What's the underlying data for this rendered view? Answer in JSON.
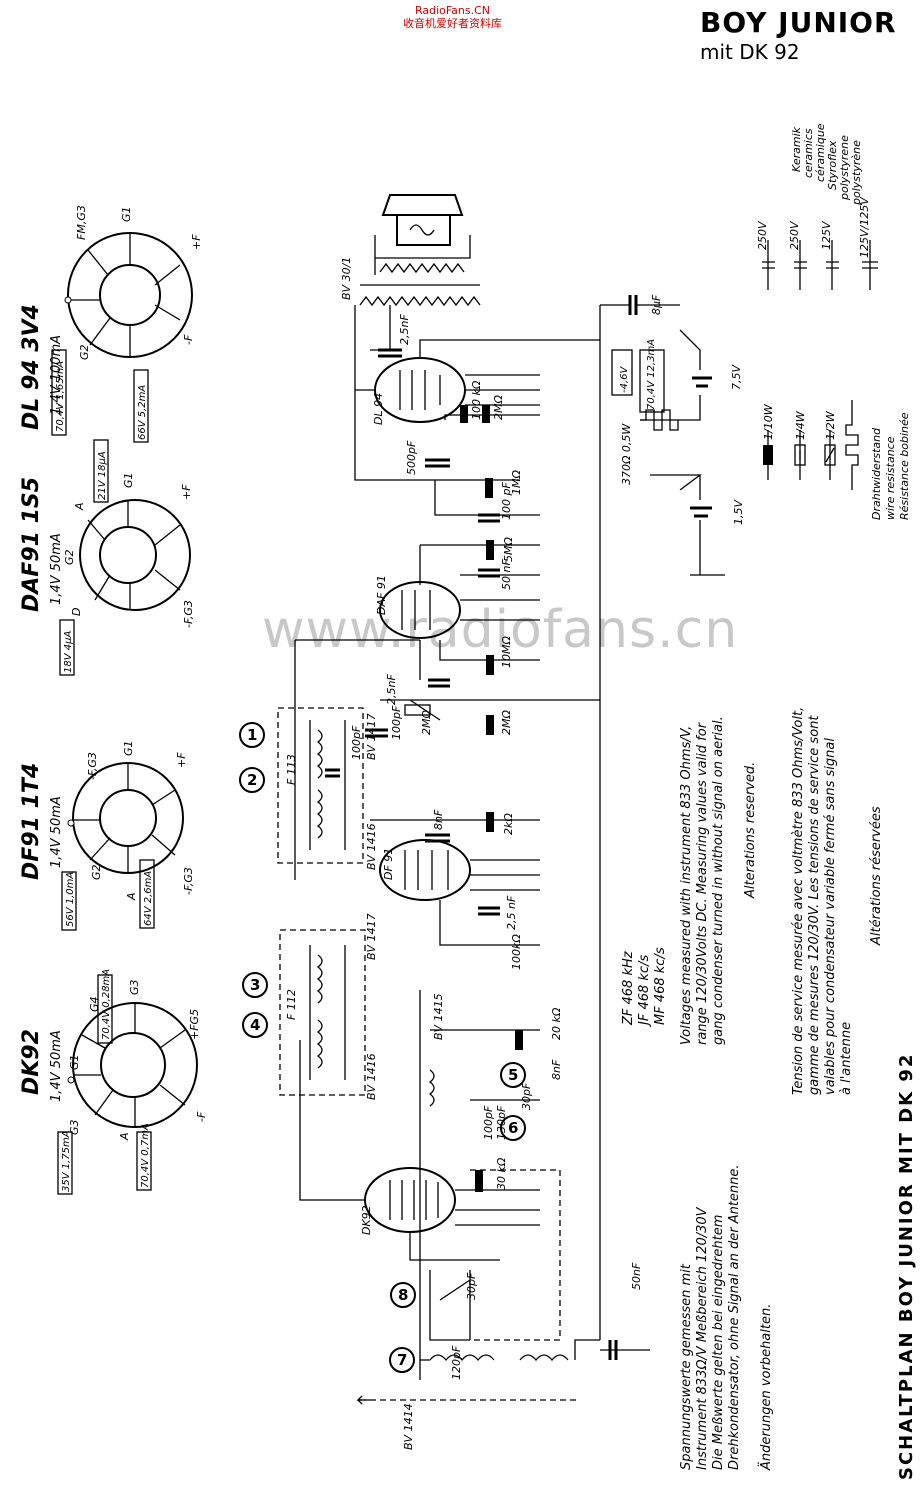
{
  "header": {
    "source_line1": "RadioFans.CN",
    "source_line2": "收音机爱好者资料库",
    "title": "BOY JUNIOR",
    "subtitle": "mit DK 92"
  },
  "watermark": "www.radiofans.cn",
  "tubes": [
    {
      "name": "DL 94   3V4",
      "spec": "1,4V 100mA",
      "pins": {
        "p1": "FM,G3",
        "p2": "G1",
        "p3": "G2",
        "p4": "+F",
        "p5": "-F"
      },
      "boxes": [
        "70,4V 1,65mA",
        "66V 5,2mA"
      ]
    },
    {
      "name": "DAF91   1S5",
      "spec": "1,4V 50mA",
      "pins": {
        "p1": "A",
        "p2": "G1",
        "p3": "G2",
        "p4": "D",
        "p5": "+F",
        "p6": "-F,G3"
      },
      "boxes": [
        "21V 18μA",
        "18V 4μA"
      ]
    },
    {
      "name": "DF91   1T4",
      "spec": "1,4V 50mA",
      "pins": {
        "p1": "-F,G3",
        "p2": "G1",
        "p3": "G2",
        "p4": "A",
        "p5": "+F",
        "p6": "-F,G3"
      },
      "boxes": [
        "56V 1,0mA",
        "64V 2,6mA"
      ]
    },
    {
      "name": "DK92",
      "spec": "1,4V 50mA",
      "pins": {
        "p1": "G4",
        "p2": "G3",
        "p3": "G1",
        "p4": "G3",
        "p5": "A",
        "p6": "+FG5",
        "p7": "-F"
      },
      "boxes": [
        "70,4V 0,28mA",
        "35V 1,75mA",
        "70,4V 0,7mA"
      ]
    }
  ],
  "circuit": {
    "speaker_xfmr": "BV 30/1",
    "c_out": "2,5nF",
    "c_elko": "8μF",
    "tube_dl94": "DL 94",
    "r_g2": "100 kΩ",
    "r_grid": "2MΩ",
    "c_couple": "500pF",
    "r_1m": "1MΩ",
    "c_100p": "100 pF",
    "r_5m": "5MΩ",
    "c_50n_a": "50 nF",
    "tube_daf91": "DAF 91",
    "r_10m": "10MΩ",
    "c_25n": "2,5nF",
    "c_100pf": "100pF",
    "pot": "2MΩ",
    "r_2m": "2MΩ",
    "if1_bv": "BV 1417",
    "if1_label": "F 113",
    "if1_bv2": "BV 1416",
    "c_if": "100pF",
    "tube_df91": "DF 91",
    "c_8n_a": "8nF",
    "r_2k": "2kΩ",
    "c_25": "2,5 nF",
    "r_100k": "100kΩ",
    "if2_label": "F 112",
    "if2_bv": "BV 1417",
    "if2_bv2": "BV 1416",
    "osc_bv": "BV 1415",
    "r_20k": "20 kΩ",
    "c_8n_b": "8nF",
    "c_30p": "30pF",
    "c_100pf_b": "100pF",
    "c_130pf": "130pF",
    "r_30k": "30 kΩ",
    "tube_dk92": "DK92",
    "c_30p_b": "30pF",
    "c_120p": "120pF",
    "c_50n_b": "50nF",
    "ant_coil": "BV 1414",
    "batt_a": "-4,6V",
    "batt_a2": "70,4V 12,3mA",
    "batt_v1": "7,5V",
    "r_370": "370Ω 0,5W",
    "batt_v2": "1,5V",
    "circles": [
      "1",
      "2",
      "3",
      "4",
      "5",
      "6",
      "7",
      "8"
    ]
  },
  "legend": {
    "col1": [
      "250V",
      "250V",
      "125V",
      "125V/125V"
    ],
    "col2": [
      "Keramik",
      "ceramics",
      "céramique",
      "Styroflex",
      "polystyrene",
      "polystyrène"
    ],
    "resistors": [
      "1/10W",
      "1/4W",
      "1/2W"
    ],
    "wire_res": [
      "Drahtwiderstand",
      "wire resistance",
      "Résistance bobinée"
    ]
  },
  "notes": {
    "if_values": [
      "ZF 468 kHz",
      "JF 468 kc/s",
      "MF 468 kc/s"
    ],
    "english": [
      "Voltages measured with instrument 833 Ohms/V,",
      "range 120/30Volts DC. Measuring values valid for",
      "gang condenser turned in without signal on aerial."
    ],
    "english_alt": "Alterations reserved.",
    "french": [
      "Tension de service mesurée avec voltmètre 833 Ohms/Volt,",
      "gamme de mesures 120/30V. Les tensions de service sont",
      "valables pour condensateur variable fermé sans signal",
      "à l'antenne"
    ],
    "french_alt": "Altérations réservées",
    "german": [
      "Spannungswerte gemessen mit",
      "Instrument 833Ω/V Meßbereich 120/30V",
      "Die Meßwerte gelten bei eingedrehtem",
      "Drehkondensator, ohne Signal an der Antenne."
    ],
    "german_alt": "Änderungen vorbehalten.",
    "footer": "SCHALTPLAN BOY JUNIOR MIT DK 92"
  }
}
